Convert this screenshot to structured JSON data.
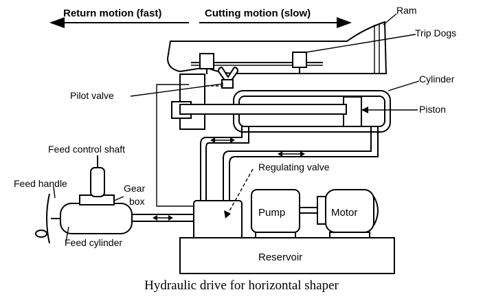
{
  "labels": {
    "return_motion": "Return motion (fast)",
    "cutting_motion": "Cutting motion (slow)",
    "ram": "Ram",
    "trip_dogs": "Trip Dogs",
    "cylinder": "Cylinder",
    "pilot_valve": "Pilot valve",
    "piston": "Piston",
    "feed_control_shaft": "Feed control shaft",
    "regulating_valve": "Regulating valve",
    "feed_handle": "Feed handle",
    "gear": "Gear",
    "box": "box",
    "pump": "Pump",
    "motor": "Motor",
    "feed_cylinder": "Feed cylinder",
    "reservoir": "Reservoir"
  },
  "caption": "Hydraulic drive for horizontal shaper"
}
